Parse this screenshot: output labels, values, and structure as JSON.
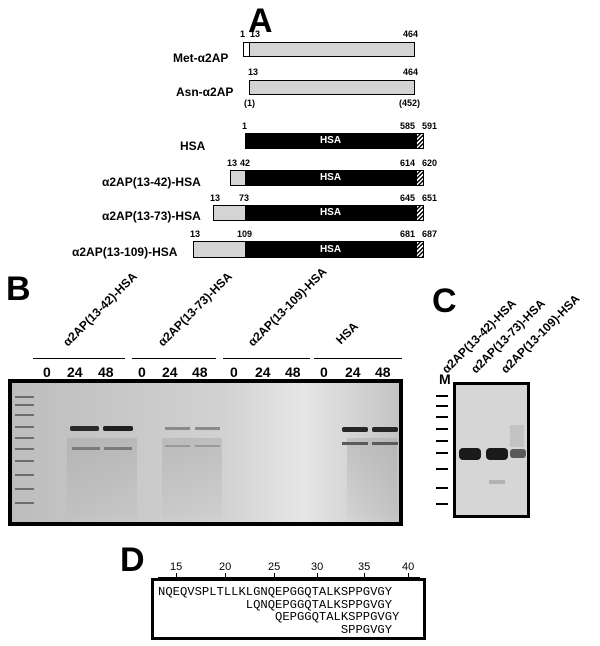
{
  "panels": {
    "a": "A",
    "b": "B",
    "c": "C",
    "d": "D"
  },
  "panel_a": {
    "rows": [
      {
        "label": "Met-α2AP",
        "start": "1",
        "start2": "13",
        "end": "464"
      },
      {
        "label": "Asn-α2AP",
        "start": "13",
        "end": "464",
        "sub_start": "(1)",
        "sub_end": "(452)"
      },
      {
        "label": "HSA",
        "start": "1",
        "end": "585",
        "tail": "591",
        "bar_text": "HSA"
      },
      {
        "label": "α2AP(13-42)-HSA",
        "start": "13",
        "mid": "42",
        "end": "614",
        "tail": "620",
        "bar_text": "HSA"
      },
      {
        "label": "α2AP(13-73)-HSA",
        "start": "13",
        "mid": "73",
        "end": "645",
        "tail": "651",
        "bar_text": "HSA"
      },
      {
        "label": "α2AP(13-109)-HSA",
        "start": "13",
        "mid": "109",
        "end": "681",
        "tail": "687",
        "bar_text": "HSA"
      }
    ]
  },
  "panel_b": {
    "groups": [
      {
        "label": "α2AP(13-42)-HSA",
        "times": [
          "0",
          "24",
          "48"
        ]
      },
      {
        "label": "α2AP(13-73)-HSA",
        "times": [
          "0",
          "24",
          "48"
        ]
      },
      {
        "label": "α2AP(13-109)-HSA",
        "times": [
          "0",
          "24",
          "48"
        ]
      },
      {
        "label": "HSA",
        "times": [
          "0",
          "24",
          "48"
        ]
      }
    ]
  },
  "panel_c": {
    "marker": "M",
    "lanes": [
      "α2AP(13-42)-HSA",
      "α2AP(13-73)-HSA",
      "α2AP(13-109)-HSA"
    ]
  },
  "panel_d": {
    "ticks": [
      "15",
      "20",
      "25",
      "30",
      "35",
      "40"
    ],
    "lines": [
      "NQEQVSPLTLLKLGNQEPGGQTALKSPPGVGY",
      "            LQNQEPGGQTALKSPPGVGY",
      "                QEPGGQTALKSPPGVGY",
      "                         SPPGVGY"
    ]
  }
}
